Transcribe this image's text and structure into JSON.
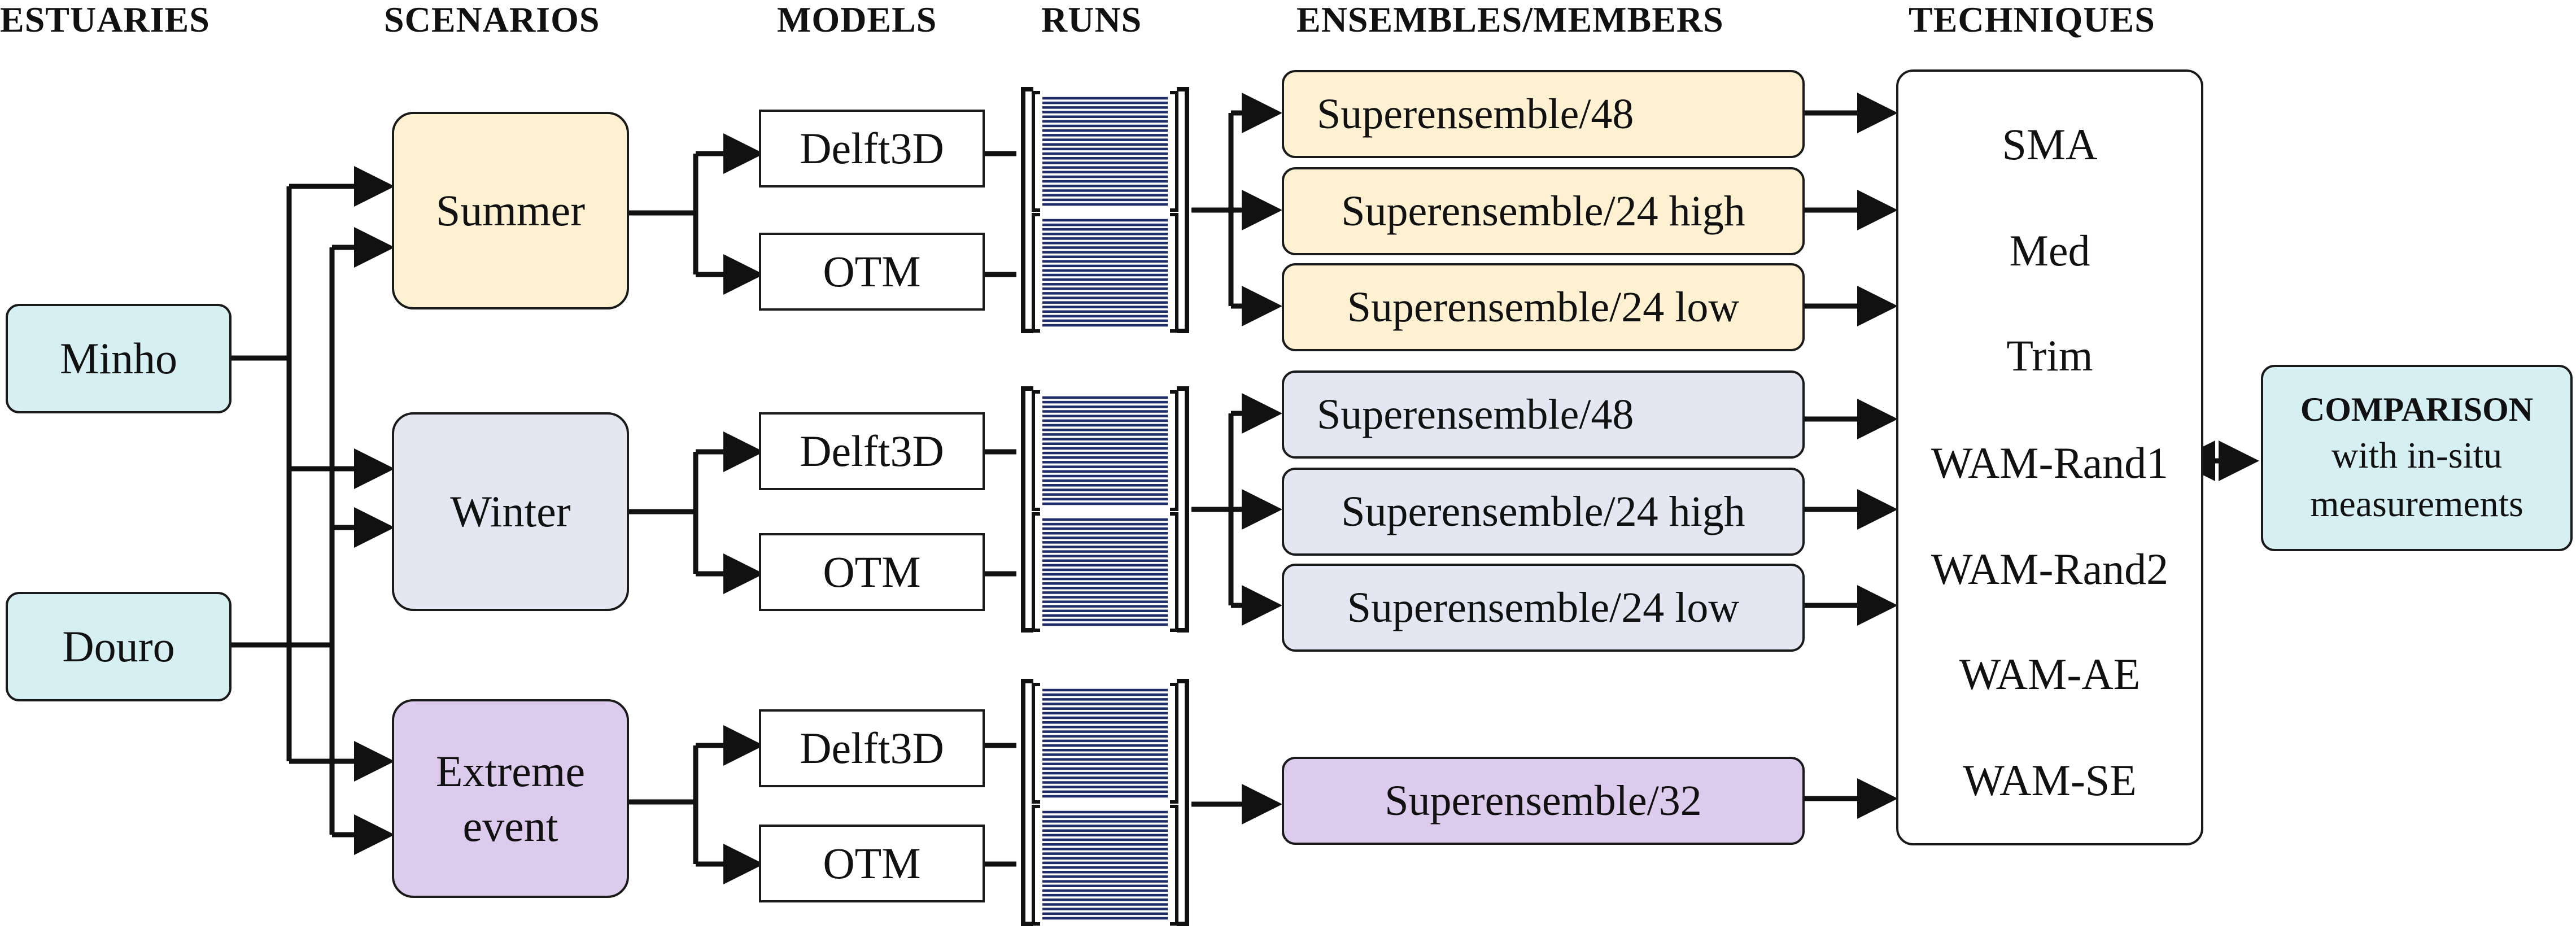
{
  "headers": {
    "estuaries": "ESTUARIES",
    "scenarios": "SCENARIOS",
    "models": "MODELS",
    "runs": "RUNS",
    "ensembles": "ENSEMBLES/MEMBERS",
    "techniques": "TECHNIQUES"
  },
  "estuaries": [
    "Minho",
    "Douro"
  ],
  "scenarios": {
    "summer": "Summer",
    "winter": "Winter",
    "extreme_line1": "Extreme",
    "extreme_line2": "event"
  },
  "models": [
    "Delft3D",
    "OTM",
    "Delft3D",
    "OTM",
    "Delft3D",
    "OTM"
  ],
  "ensembles": {
    "summer": [
      "Superensemble/48",
      "Superensemble/24 high",
      "Superensemble/24 low"
    ],
    "winter": [
      "Superensemble/48",
      "Superensemble/24 high",
      "Superensemble/24 low"
    ],
    "extreme": [
      "Superensemble/32"
    ]
  },
  "techniques": [
    "SMA",
    "Med",
    "Trim",
    "WAM-Rand1",
    "WAM-Rand2",
    "WAM-AE",
    "WAM-SE"
  ],
  "comparison": {
    "title": "COMPARISON",
    "line1": "with in-situ",
    "line2": "measurements"
  },
  "colors": {
    "estuary": "#d6eff2",
    "summer": "#fdf1d2",
    "winter": "#e4e7f1",
    "extreme": "#dccbec",
    "run_lines": "#1f2d6b"
  }
}
